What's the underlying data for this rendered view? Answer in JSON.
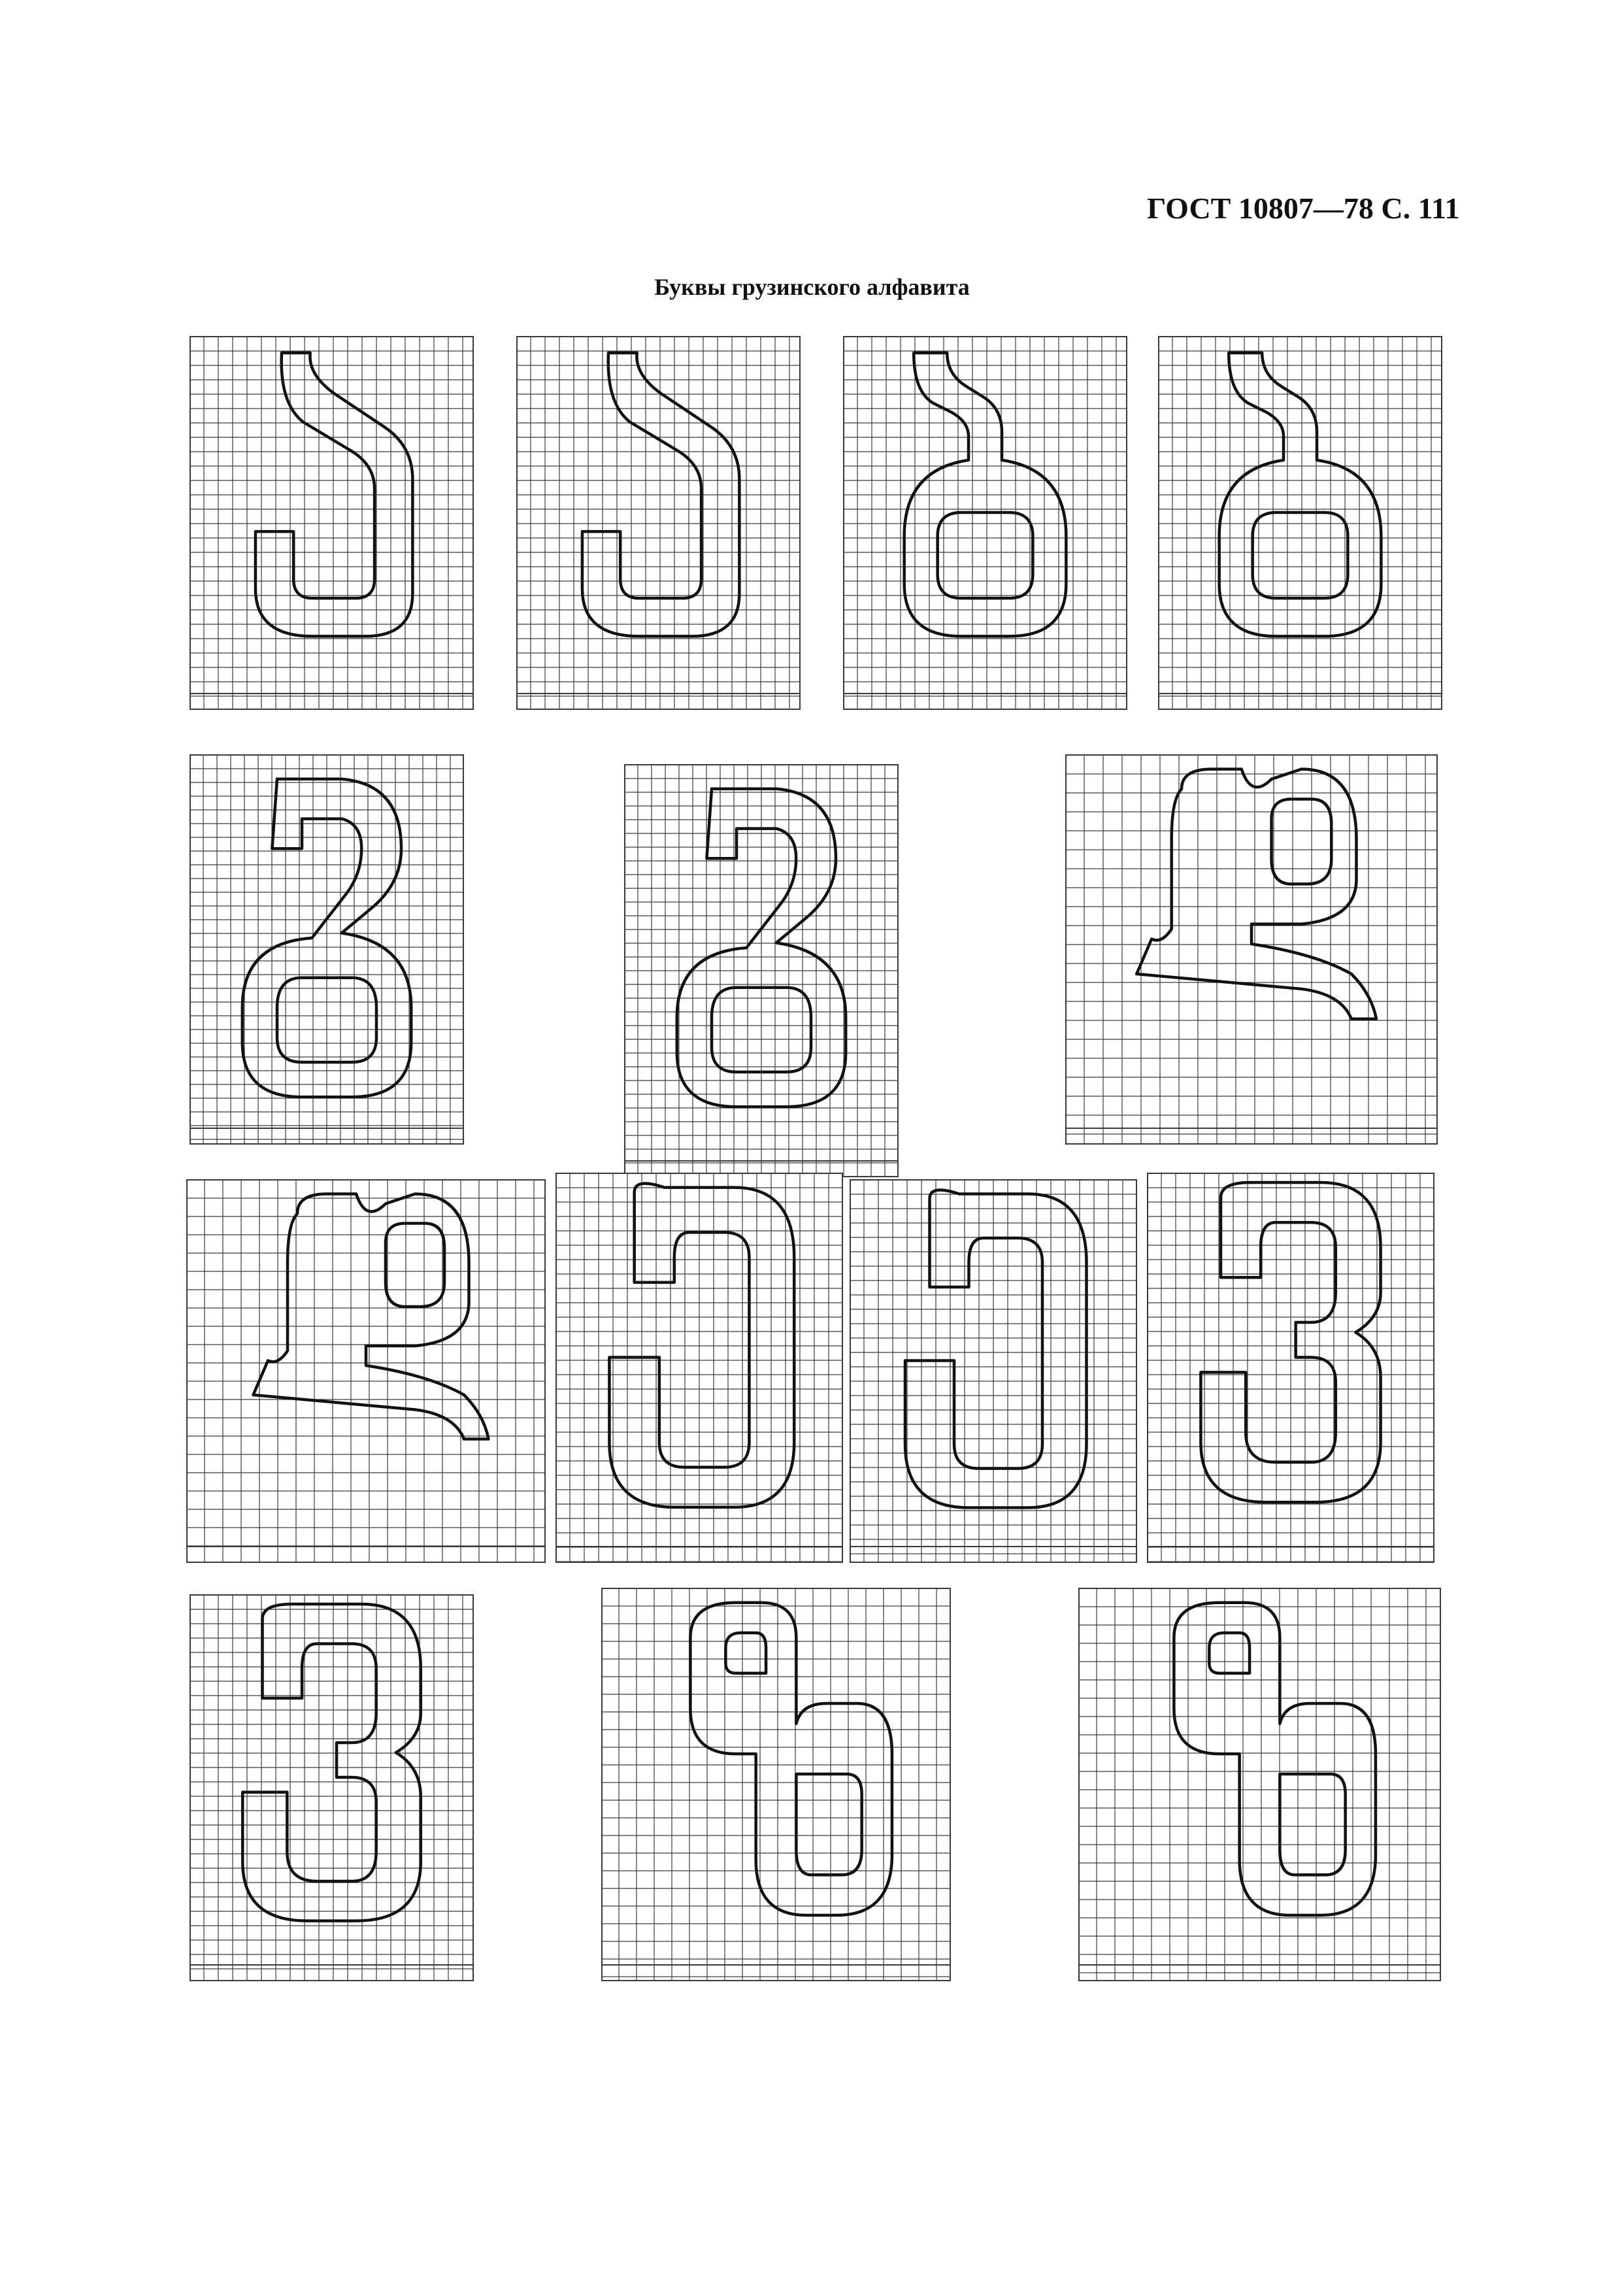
{
  "header": {
    "standard": "ГОСТ 10807—78 С. 111"
  },
  "section": {
    "title": "Буквы грузинского алфавита"
  },
  "figures": {
    "rows": [
      [
        {
          "glyph": "ა"
        },
        {
          "glyph": "ა"
        },
        {
          "glyph": "ჩ"
        },
        {
          "glyph": "ჩ"
        }
      ],
      [
        {
          "glyph": "ჳ"
        },
        {
          "glyph": "ჳ"
        },
        {
          "glyph": "ღ"
        }
      ],
      [
        {
          "glyph": "ღ"
        },
        {
          "glyph": "ე"
        },
        {
          "glyph": "ე"
        },
        {
          "glyph": "პ"
        }
      ],
      [
        {
          "glyph": "პ"
        },
        {
          "glyph": "ბ"
        },
        {
          "glyph": "ბ"
        }
      ]
    ],
    "colors": {
      "grid": "#3a3a3a",
      "outline": "#111111",
      "paper": "#ffffff"
    }
  }
}
